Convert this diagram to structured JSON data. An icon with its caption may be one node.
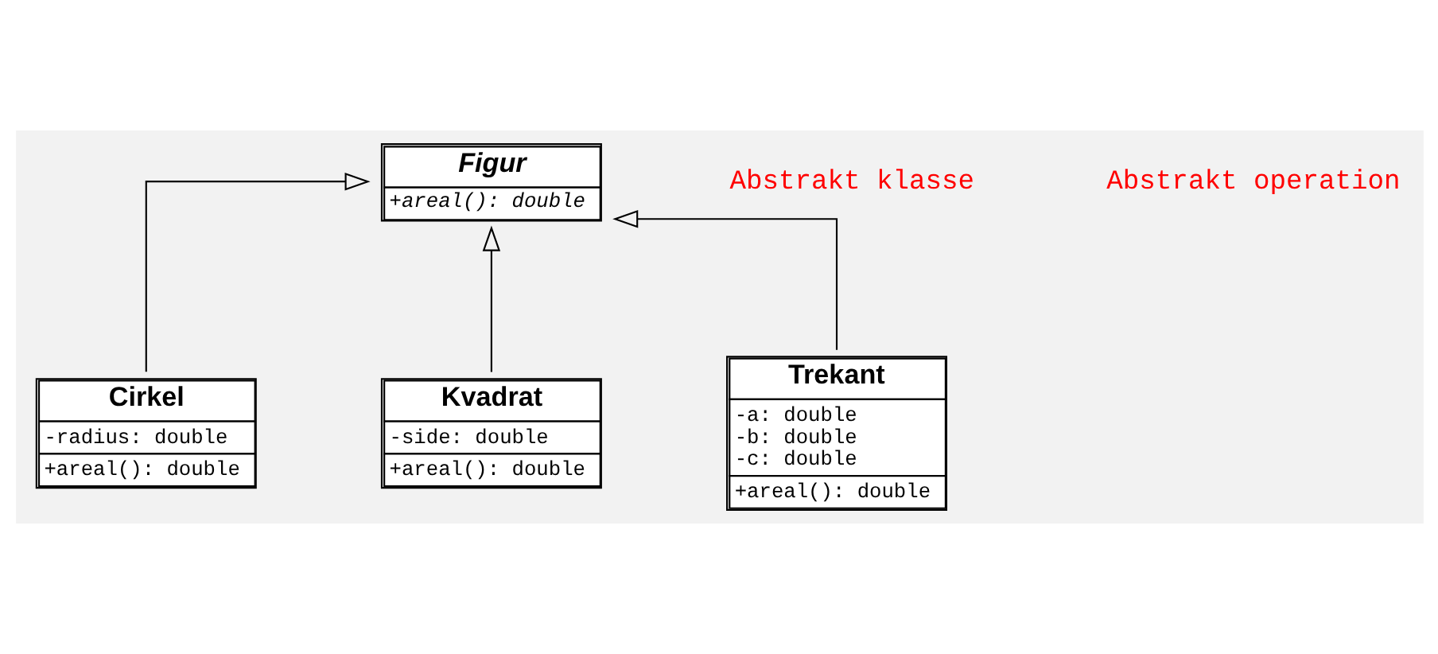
{
  "diagram": {
    "nodes": [
      {
        "text": [
          "Figur",
          "+areal(): double"
        ]
      },
      {
        "text": [
          "Cirkel",
          "-radius: double",
          "+areal(): double"
        ]
      },
      {
        "text": [
          "Kvadrat",
          "-side: double",
          "+areal(): double"
        ]
      },
      {
        "text": [
          "Trekant",
          "-a: double",
          "-b: double",
          "-c: double",
          "+areal(): double"
        ]
      }
    ],
    "edges": [
      {
        "from": 1,
        "to": 0,
        "arrow": "to"
      },
      {
        "from": 2,
        "to": 0,
        "arrow": "to"
      },
      {
        "from": 3,
        "to": 0,
        "arrow": "to"
      }
    ],
    "labels": [
      "Abstrakt klasse",
      "Abstrakt operation"
    ]
  }
}
